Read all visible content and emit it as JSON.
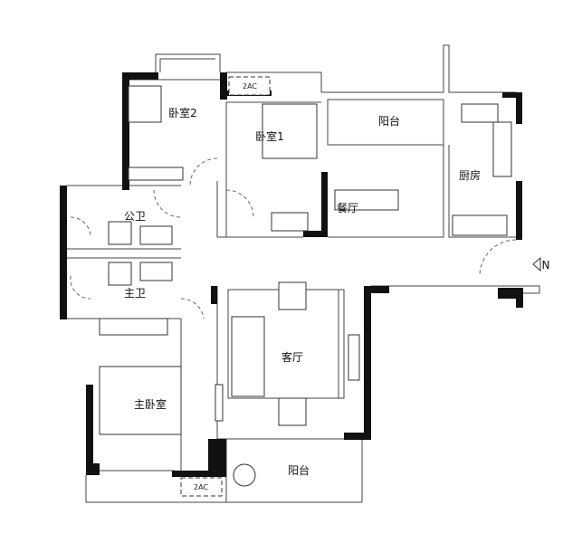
{
  "rooms": {
    "bedroom2": "卧室2",
    "bedroom1": "卧室1",
    "balcony_top": "阳台",
    "kitchen": "厨房",
    "public_bath": "公卫",
    "dining": "餐厅",
    "master_bath": "主卫",
    "living": "客厅",
    "master_bedroom": "主卧室",
    "balcony_bottom": "阳台"
  },
  "ac_units": [
    "2AC",
    "2AC"
  ],
  "compass": {
    "label": "N"
  }
}
